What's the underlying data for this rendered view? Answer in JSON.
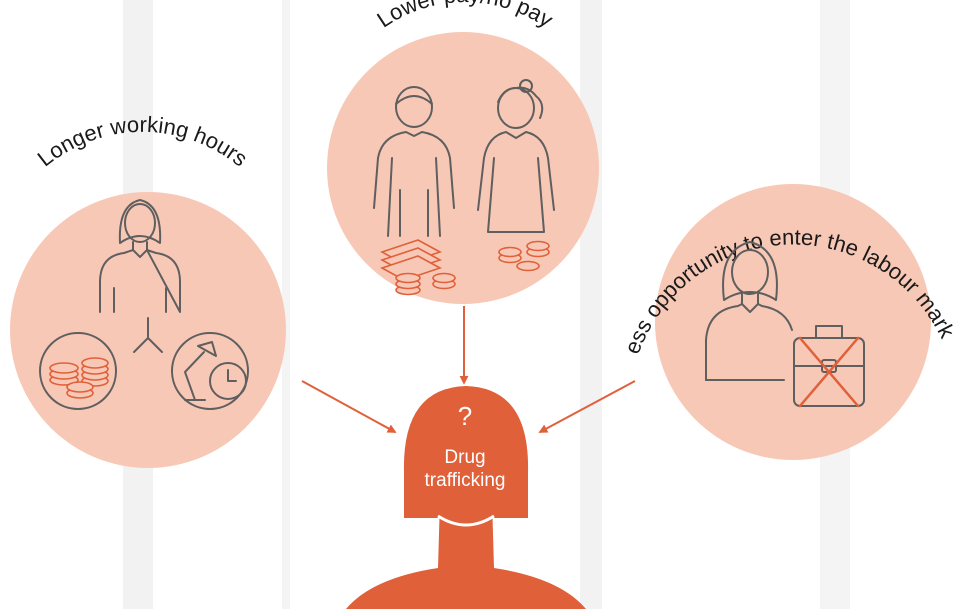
{
  "circles": {
    "left": {
      "label": "Longer working hours",
      "icons": [
        "woman-icon",
        "coins-icon",
        "desk-lamp-icon",
        "clock-icon"
      ]
    },
    "center": {
      "label": "Lower pay/no pay",
      "icons": [
        "man-icon",
        "woman-icon",
        "banknotes-icon",
        "coins-icon"
      ]
    },
    "right": {
      "label": "Less opportunity to enter the labour market",
      "icons": [
        "woman-icon",
        "crossed-briefcase-icon"
      ]
    }
  },
  "figure": {
    "question_mark": "?",
    "label_line1": "Drug",
    "label_line2": "trafficking"
  },
  "colors": {
    "circle_fill": "#f8c8b6",
    "accent": "#e06039",
    "stroke": "#5f5f5f",
    "stripe": "#f1f1f1"
  }
}
